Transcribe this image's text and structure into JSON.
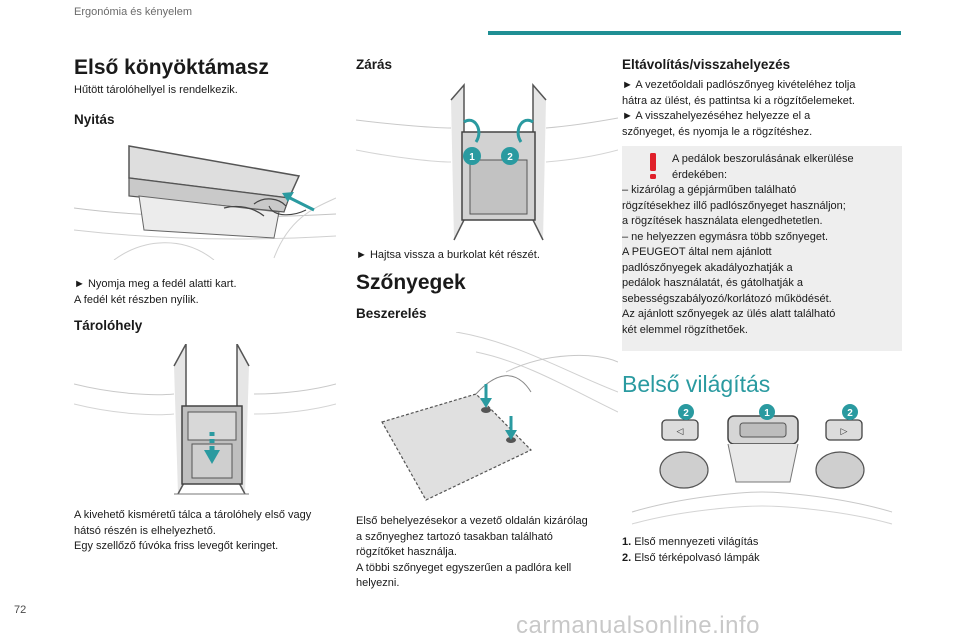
{
  "header": {
    "section": "Ergonómia és kényelem"
  },
  "col1": {
    "title": "Első könyöktámasz",
    "subtitle": "Hűtött tárolóhellyel is rendelkezik.",
    "opening_heading": "Nyitás",
    "opening_text": [
      "► Nyomja meg a fedél alatti kart.",
      "A fedél két részben nyílik."
    ],
    "storage_heading": "Tárolóhely",
    "storage_text": [
      "A kivehető kisméretű tálca a tárolóhely első vagy",
      "hátsó részén is elhelyezhető.",
      "Egy szellőző fúvóka friss levegőt keringet."
    ]
  },
  "col2": {
    "closing_heading": "Zárás",
    "closing_text": "► Hajtsa vissza a burkolat két részét.",
    "closing_markers": [
      "1",
      "2"
    ],
    "mats_title": "Szőnyegek",
    "install_heading": "Beszerelés",
    "install_text": [
      "Első behelyezésekor a vezető oldalán kizárólag",
      "a szőnyeghez tartozó tasakban található",
      "rögzítőket használja.",
      "A többi szőnyeget egyszerűen a padlóra kell",
      "helyezni."
    ]
  },
  "col3": {
    "removal_heading": "Eltávolítás/visszahelyezés",
    "removal_text": [
      "► A vezetőoldali padlószőnyeg kivételéhez tolja",
      "hátra az ülést, és pattintsa ki a rögzítőelemeket.",
      "► A visszahelyezéséhez helyezze el a",
      "szőnyeget, és nyomja le a rögzítéshez."
    ],
    "warning_text": [
      "A pedálok beszorulásának elkerülése",
      "érdekében:",
      "– kizárólag a gépjárműben található",
      "rögzítésekhez illő padlószőnyeget használjon;",
      "a rögzítések használata elengedhetetlen.",
      "– ne helyezzen egymásra több szőnyeget.",
      "A PEUGEOT által nem ajánlott",
      "padlószőnyegek akadályozhatják a",
      "pedálok használatát, és gátolhatják a",
      "sebességszabályozó/korlátozó működését.",
      "Az ajánlott szőnyegek az ülés alatt található",
      "két elemmel rögzíthetőek."
    ],
    "lighting_title": "Belső világítás",
    "lighting_markers": [
      "2",
      "1",
      "2"
    ],
    "legend": [
      {
        "num": "1.",
        "text": "Első mennyezeti világítás"
      },
      {
        "num": "2.",
        "text": "Első térképolvasó lámpák"
      }
    ]
  },
  "footer": {
    "page_number": "72",
    "watermark": "carmanualsonline.info"
  },
  "colors": {
    "accent": "#1f8f94",
    "heading_light": "#2a9aa0",
    "marker": "#2a9aa0",
    "warning_red": "#e0202a",
    "warning_bg": "#eeeeee"
  },
  "icons": [
    "warning-icon"
  ]
}
